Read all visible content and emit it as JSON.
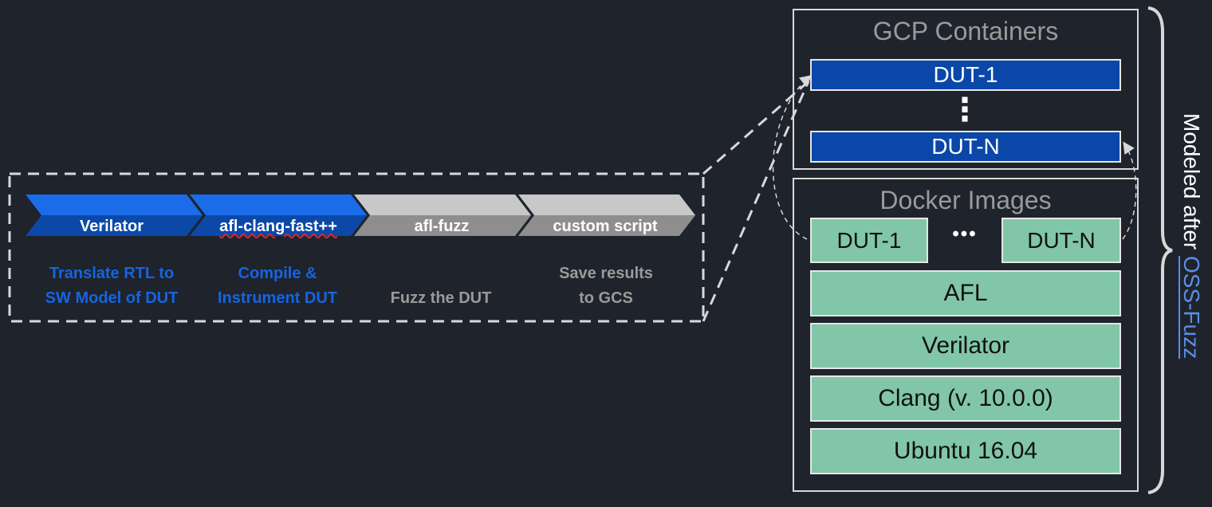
{
  "pipeline": {
    "steps": [
      {
        "label": "Verilator",
        "desc": [
          "Translate RTL to",
          "SW Model of DUT"
        ],
        "color": "#1565e0"
      },
      {
        "label": "afl-clang-fast++",
        "desc": [
          "Compile &",
          "Instrument DUT"
        ],
        "color": "#1565e0"
      },
      {
        "label": "afl-fuzz",
        "desc": [
          "Fuzz the DUT"
        ],
        "color": "#9a9a9a"
      },
      {
        "label": "custom script",
        "desc": [
          "Save results",
          "to GCS"
        ],
        "color": "#9a9a9a"
      }
    ]
  },
  "gcp": {
    "title": "GCP Containers",
    "top": "DUT-1",
    "vdots": "⋮",
    "bottom": "DUT-N"
  },
  "docker": {
    "title": "Docker Images",
    "left": "DUT-1",
    "ellipsis": "•••",
    "right": "DUT-N",
    "layers": [
      "AFL",
      "Verilator",
      "Clang (v. 10.0.0)",
      "Ubuntu 16.04"
    ]
  },
  "note": {
    "prefix": "Modeled after ",
    "link": "OSS-Fuzz"
  },
  "colors": {
    "background": "#1f232c",
    "blue_dark": "#0a47a8",
    "blue_bright": "#1565e0",
    "gray": "#9a9a9a",
    "green": "#81c6a8"
  }
}
